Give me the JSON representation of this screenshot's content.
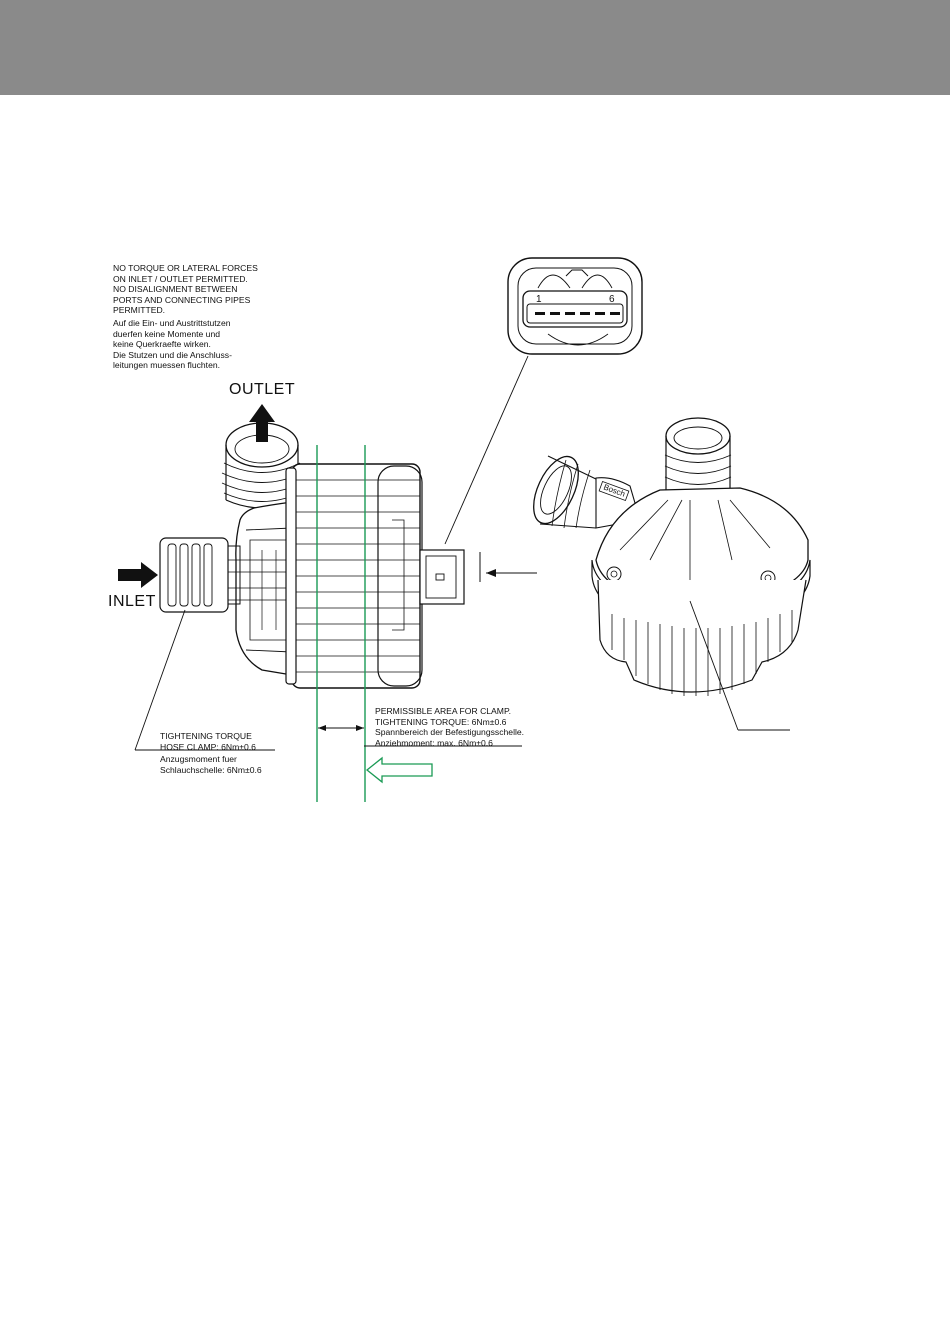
{
  "header": {
    "bar_color": "#8a8a8a"
  },
  "notes": {
    "warning_en": "NO TORQUE OR LATERAL FORCES\nON INLET / OUTLET PERMITTED.\nNO DISALIGNMENT BETWEEN\nPORTS AND CONNECTING PIPES\nPERMITTED.",
    "warning_de": "Auf die Ein- und Austrittstutzen\nduerfen keine Momente und\nkeine Querkraefte wirken.\nDie Stutzen und die Anschluss-\nleitungen muessen fluchten.",
    "clamp_area": "PERMISSIBLE AREA FOR CLAMP.\nTIGHTENING TORQUE: 6Nm±0.6\nSpannbereich der Befestigungsschelle.\nAnziehmoment: max. 6Nm±0.6",
    "hose_clamp_en": "TIGHTENING TORQUE\nHOSE CLAMP:  6Nm±0.6",
    "hose_clamp_de": "Anzugsmoment fuer\nSchlauchschelle: 6Nm±0.6"
  },
  "labels": {
    "outlet": "OUTLET",
    "inlet": "INLET",
    "pin_first": "1",
    "pin_last": "6",
    "brand": "Bosch"
  },
  "colors": {
    "clamp_line": "#1a9a55",
    "label_plate": "#e8231b",
    "line": "#111111"
  }
}
